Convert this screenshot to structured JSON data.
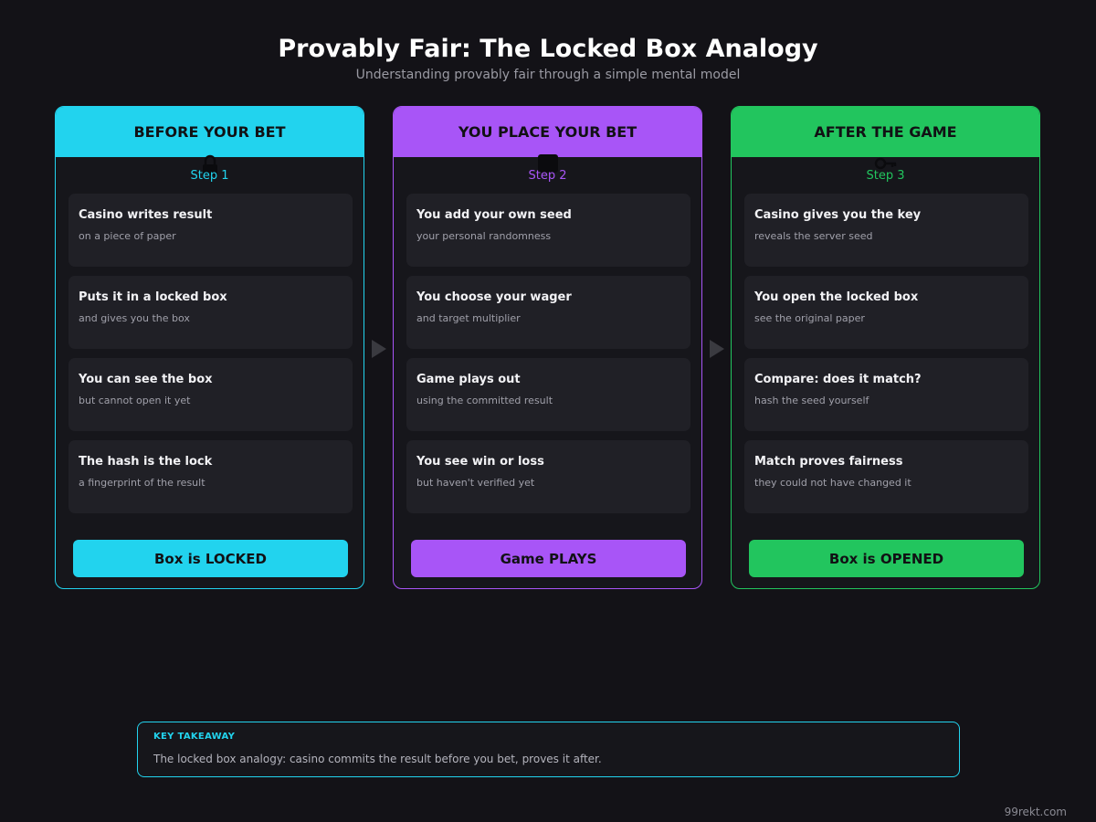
{
  "header": {
    "title": "Provably Fair: The Locked Box Analogy",
    "subtitle": "Understanding provably fair through a simple mental model"
  },
  "panels": [
    {
      "heading": "BEFORE YOUR BET",
      "step": "Step 1",
      "icon": "lock-icon",
      "color": "#22d3ee",
      "cards": [
        {
          "title": "Casino writes result",
          "sub": "on a piece of paper"
        },
        {
          "title": "Puts it in a locked box",
          "sub": "and gives you the box"
        },
        {
          "title": "You can see the box",
          "sub": "but cannot open it yet"
        },
        {
          "title": "The hash is the lock",
          "sub": "a fingerprint of the result"
        }
      ],
      "button": "Box is LOCKED"
    },
    {
      "heading": "YOU PLACE YOUR BET",
      "step": "Step 2",
      "icon": "die-icon",
      "color": "#a855f7",
      "cards": [
        {
          "title": "You add your own seed",
          "sub": "your personal randomness"
        },
        {
          "title": "You choose your wager",
          "sub": "and target multiplier"
        },
        {
          "title": "Game plays out",
          "sub": "using the committed result"
        },
        {
          "title": "You see win or loss",
          "sub": "but haven't verified yet"
        }
      ],
      "button": "Game PLAYS"
    },
    {
      "heading": "AFTER THE GAME",
      "step": "Step 3",
      "icon": "key-icon",
      "color": "#22c55e",
      "cards": [
        {
          "title": "Casino gives you the key",
          "sub": "reveals the server seed"
        },
        {
          "title": "You open the locked box",
          "sub": "see the original paper"
        },
        {
          "title": "Compare: does it match?",
          "sub": "hash the seed yourself"
        },
        {
          "title": "Match proves fairness",
          "sub": "they could not have changed it"
        }
      ],
      "button": "Box is OPENED"
    }
  ],
  "takeaway": {
    "label": "KEY TAKEAWAY",
    "text": "The locked box analogy: casino commits the result before you bet, proves it after."
  },
  "footer": "99rekt.com"
}
